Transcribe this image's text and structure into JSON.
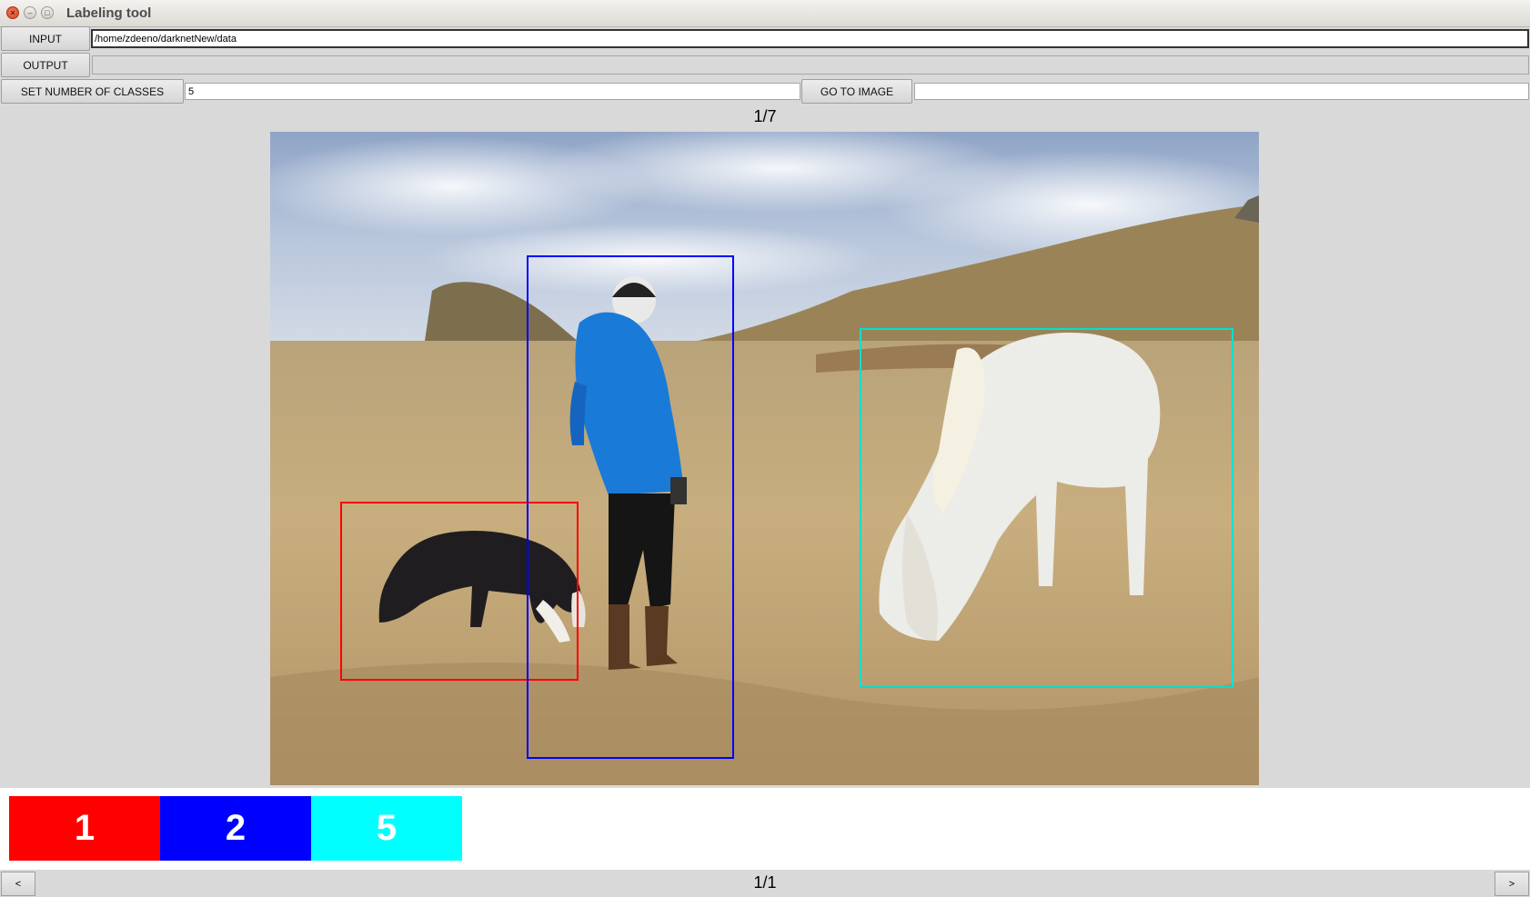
{
  "window": {
    "title": "Labeling tool"
  },
  "toolbar": {
    "input_button": "INPUT",
    "input_path": "/home/zdeeno/darknetNew/data",
    "output_button": "OUTPUT",
    "output_path": "",
    "classes_button": "SET NUMBER OF CLASSES",
    "classes_value": "5",
    "goto_button": "GO TO IMAGE",
    "goto_value": ""
  },
  "image_counter": "1/7",
  "image": {
    "subject": "field scene: dog, person in blue jacket, white horse",
    "boxes": [
      {
        "class": "1",
        "color": "#ff0000",
        "object": "dog"
      },
      {
        "class": "2",
        "color": "#0000ff",
        "object": "person"
      },
      {
        "class": "5",
        "color": "#00e0d0",
        "object": "horse"
      }
    ]
  },
  "legend": [
    {
      "label": "1",
      "color": "#ff0000"
    },
    {
      "label": "2",
      "color": "#0000ff"
    },
    {
      "label": "5",
      "color": "#00ffff"
    }
  ],
  "footer": {
    "prev_label": "<",
    "next_label": ">",
    "page_counter": "1/1"
  }
}
